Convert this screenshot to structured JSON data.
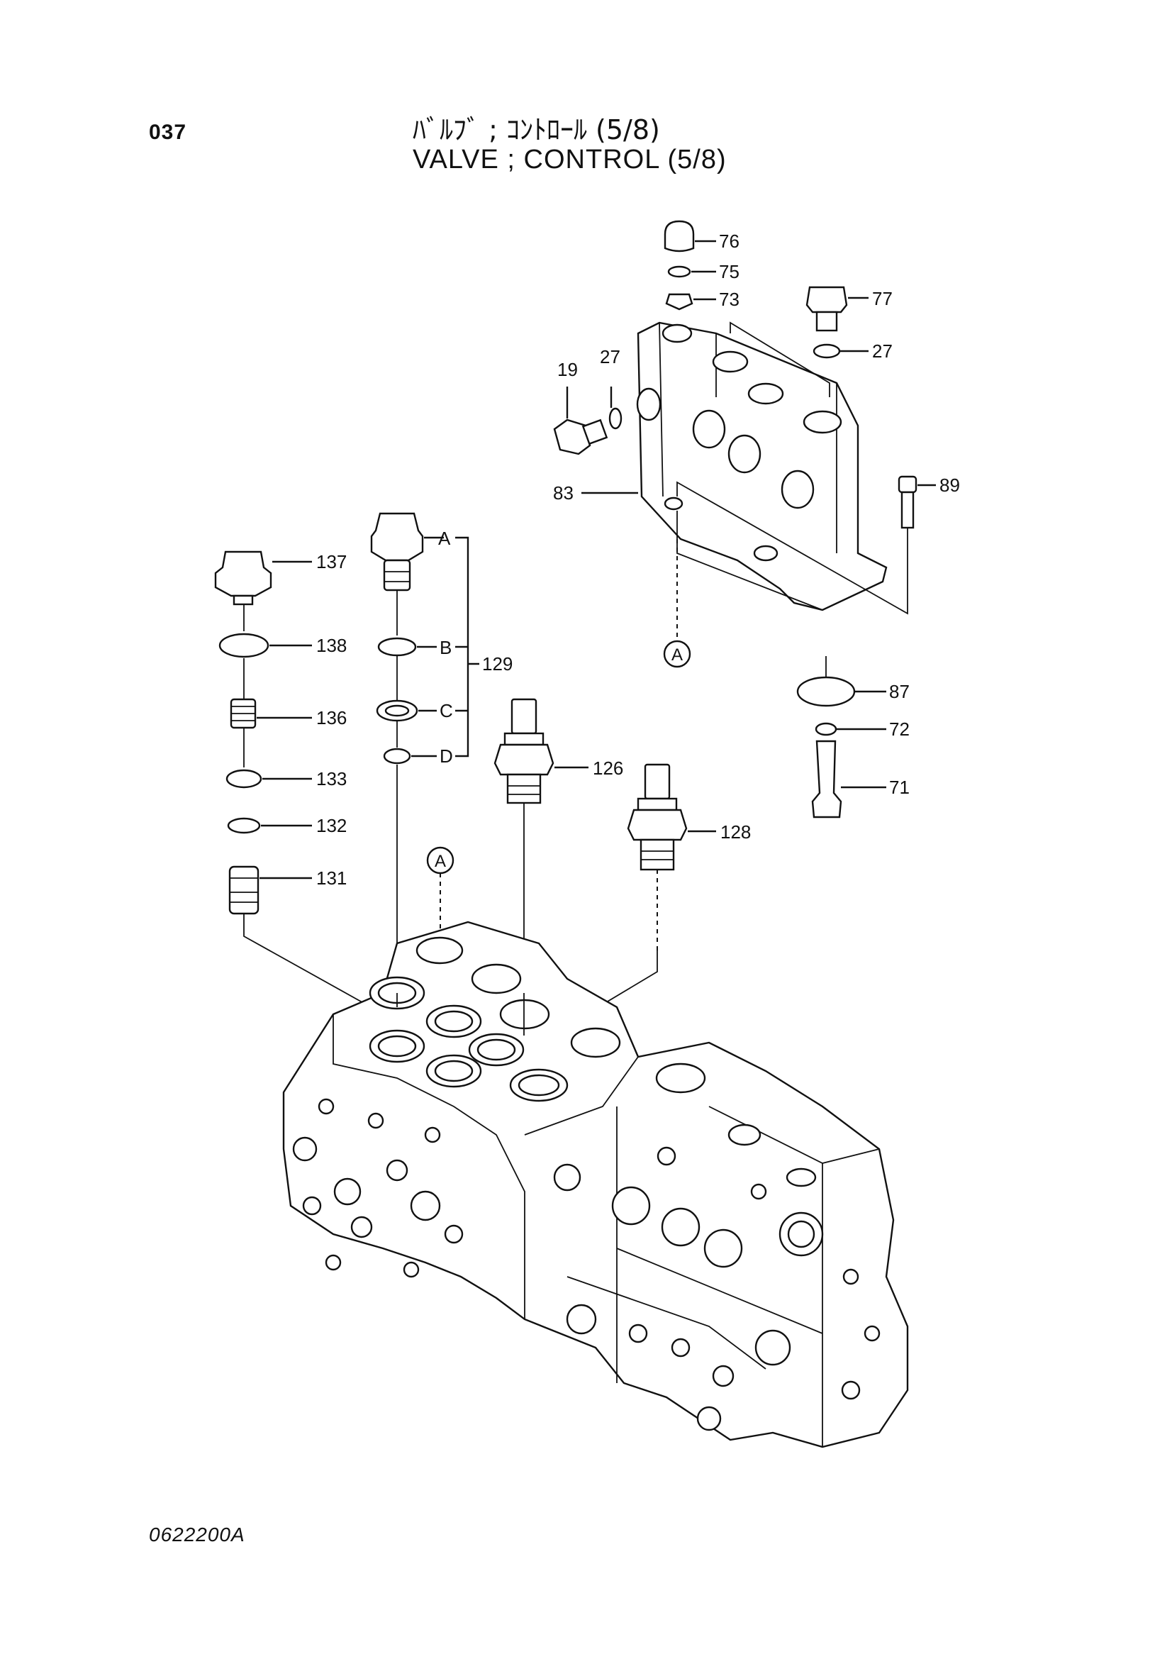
{
  "header": {
    "page_number": "037",
    "title_jp": "ﾊﾞﾙﾌﾞ ; ｺﾝﾄﾛｰﾙ (5/8)",
    "title_en": "VALVE ; CONTROL (5/8)"
  },
  "footer": {
    "drawing_code": "0622200A"
  },
  "callouts": {
    "p76": "76",
    "p75": "75",
    "p73": "73",
    "p77": "77",
    "p27a": "27",
    "p27b": "27",
    "p19": "19",
    "p83": "83",
    "p89": "89",
    "p87": "87",
    "p72": "72",
    "p71": "71",
    "p137": "137",
    "p138": "138",
    "p136": "136",
    "p133": "133",
    "p132": "132",
    "p131": "131",
    "p129": "129",
    "p126": "126",
    "p128": "128",
    "subA": "A",
    "subB": "B",
    "subC": "C",
    "subD": "D",
    "refA1": "A",
    "refA2": "A"
  }
}
